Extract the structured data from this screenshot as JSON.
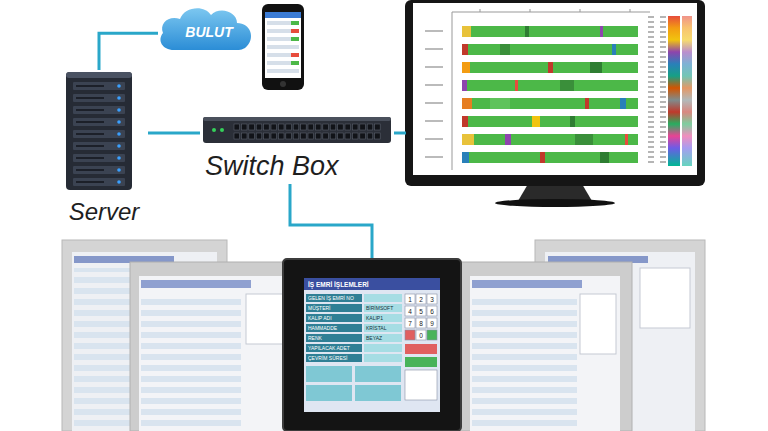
{
  "diagram": {
    "nodes": [
      {
        "text": [
          "BULUT"
        ]
      },
      {
        "text": [
          "Server"
        ]
      },
      {
        "text": [
          "Switch Box"
        ]
      },
      {
        "text": [
          "İŞ EMRİ İŞLEMLERİ"
        ]
      }
    ],
    "edges": [
      {
        "from": 1,
        "to": 0,
        "arrow": "none"
      },
      {
        "from": 1,
        "to": 2,
        "arrow": "none"
      },
      {
        "from": 2,
        "to": 3,
        "arrow": "none"
      }
    ],
    "labels": [
      "GELEN İŞ EMRİ NO",
      "MÜŞTERİ",
      "KALIP ADI",
      "HAMMADDE",
      "RENK",
      "YAPILACAK ADET",
      "ÇEVRİM SÜRESİ",
      "BİRİMSOFT",
      "KALIP1",
      "KRİSTAL",
      "BEYAZ",
      "1",
      "2",
      "3",
      "4",
      "5",
      "6",
      "7",
      "8",
      "9",
      "0"
    ]
  }
}
